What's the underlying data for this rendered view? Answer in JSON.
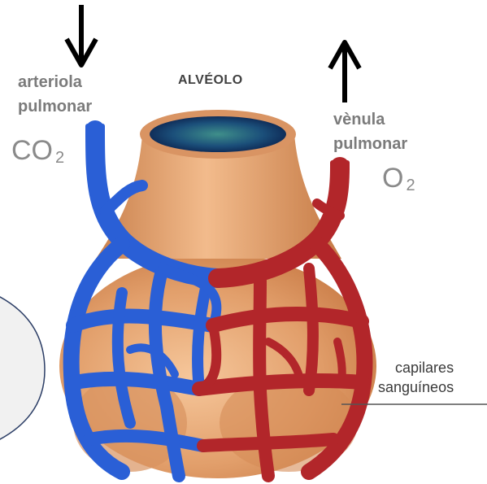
{
  "labels": {
    "arteriola_line1": "arteriola",
    "arteriola_line2": "pulmonar",
    "alveolo": "ALVÉOLO",
    "venula_line1": "vènula",
    "venula_line2": "pulmonar",
    "co2_main": "CO",
    "co2_sub": "2",
    "o2_main": "O",
    "o2_sub": "2",
    "capilares_line1": "capilares",
    "capilares_line2": "sanguíneos"
  },
  "icons": {
    "down_arrow": "arrow-down-icon",
    "up_arrow": "arrow-up-icon"
  },
  "colors": {
    "arterial_blue": "#2a5fd6",
    "venous_red": "#b2262a",
    "alveolus_tan": "#e0a070",
    "text_grey": "#7b7b7b"
  }
}
